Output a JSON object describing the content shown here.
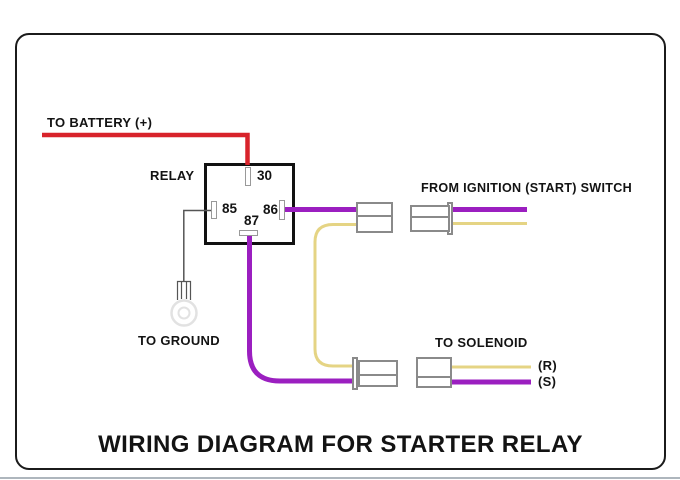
{
  "title": "WIRING DIAGRAM FOR STARTER RELAY",
  "labels": {
    "battery": "TO BATTERY (+)",
    "relay": "RELAY",
    "ignition_switch": "FROM IGNITION (START) SWITCH",
    "ground": "TO GROUND",
    "solenoid": "TO SOLENOID",
    "solenoid_r": "(R)",
    "solenoid_s": "(S)"
  },
  "relay": {
    "terminals": [
      {
        "label": "30"
      },
      {
        "label": "85"
      },
      {
        "label": "86"
      },
      {
        "label": "87"
      }
    ]
  },
  "colors": {
    "battery_wire": "#d8232b",
    "trigger_wire": "#9b1fc0",
    "accessory_wire": "#e5d484",
    "ground_wire": "#555555",
    "ground_ring": "#e2e2e2",
    "connector_border": "#8a8a8a",
    "relay_border": "#111111",
    "frame_border": "#1b1b1b",
    "footer_strip": "#aeb6bd"
  }
}
